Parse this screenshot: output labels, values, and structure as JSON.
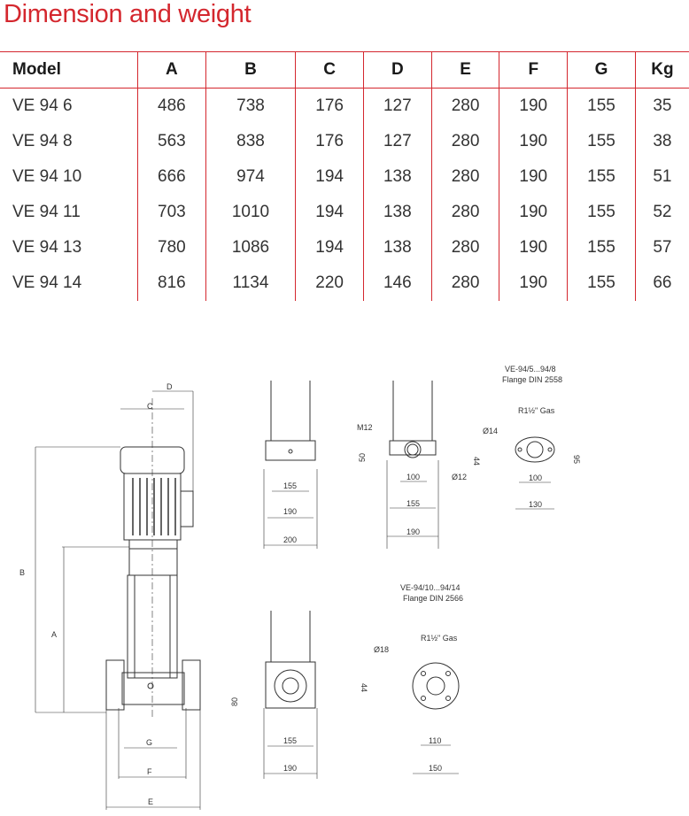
{
  "title": "Dimension and weight",
  "table": {
    "headers": [
      "Model",
      "A",
      "B",
      "C",
      "D",
      "E",
      "F",
      "G",
      "Kg"
    ],
    "rows": [
      [
        "VE 94 6",
        "486",
        "738",
        "176",
        "127",
        "280",
        "190",
        "155",
        "35"
      ],
      [
        "VE 94 8",
        "563",
        "838",
        "176",
        "127",
        "280",
        "190",
        "155",
        "38"
      ],
      [
        "VE 94 10",
        "666",
        "974",
        "194",
        "138",
        "280",
        "190",
        "155",
        "51"
      ],
      [
        "VE 94 11",
        "703",
        "1010",
        "194",
        "138",
        "280",
        "190",
        "155",
        "52"
      ],
      [
        "VE 94 13",
        "780",
        "1086",
        "194",
        "138",
        "280",
        "190",
        "155",
        "57"
      ],
      [
        "VE 94 14",
        "816",
        "1134",
        "220",
        "146",
        "280",
        "190",
        "155",
        "66"
      ]
    ]
  },
  "drawing": {
    "pump_labels": {
      "A": "A",
      "B": "B",
      "C": "C",
      "D": "D",
      "E": "E",
      "F": "F",
      "G": "G"
    },
    "side_view": {
      "d155": "155",
      "d190": "190",
      "d200": "200"
    },
    "base_small": {
      "m12": "M12",
      "d50": "50",
      "d44": "44",
      "d12": "Ø12",
      "d100": "100",
      "d155": "155",
      "d190": "190"
    },
    "flange1": {
      "title1": "VE-94/5...94/8",
      "title2": "Flange DIN 2558",
      "thread": "R1½\" Gas",
      "d14": "Ø14",
      "d95": "95",
      "d100": "100",
      "d130": "130"
    },
    "base_large": {
      "d80": "80",
      "d44": "44",
      "d155": "155",
      "d190": "190"
    },
    "flange2": {
      "title1": "VE-94/10...94/14",
      "title2": "Flange DIN 2566",
      "thread": "R1½\" Gas",
      "d18": "Ø18",
      "d110": "110",
      "d150": "150"
    }
  }
}
